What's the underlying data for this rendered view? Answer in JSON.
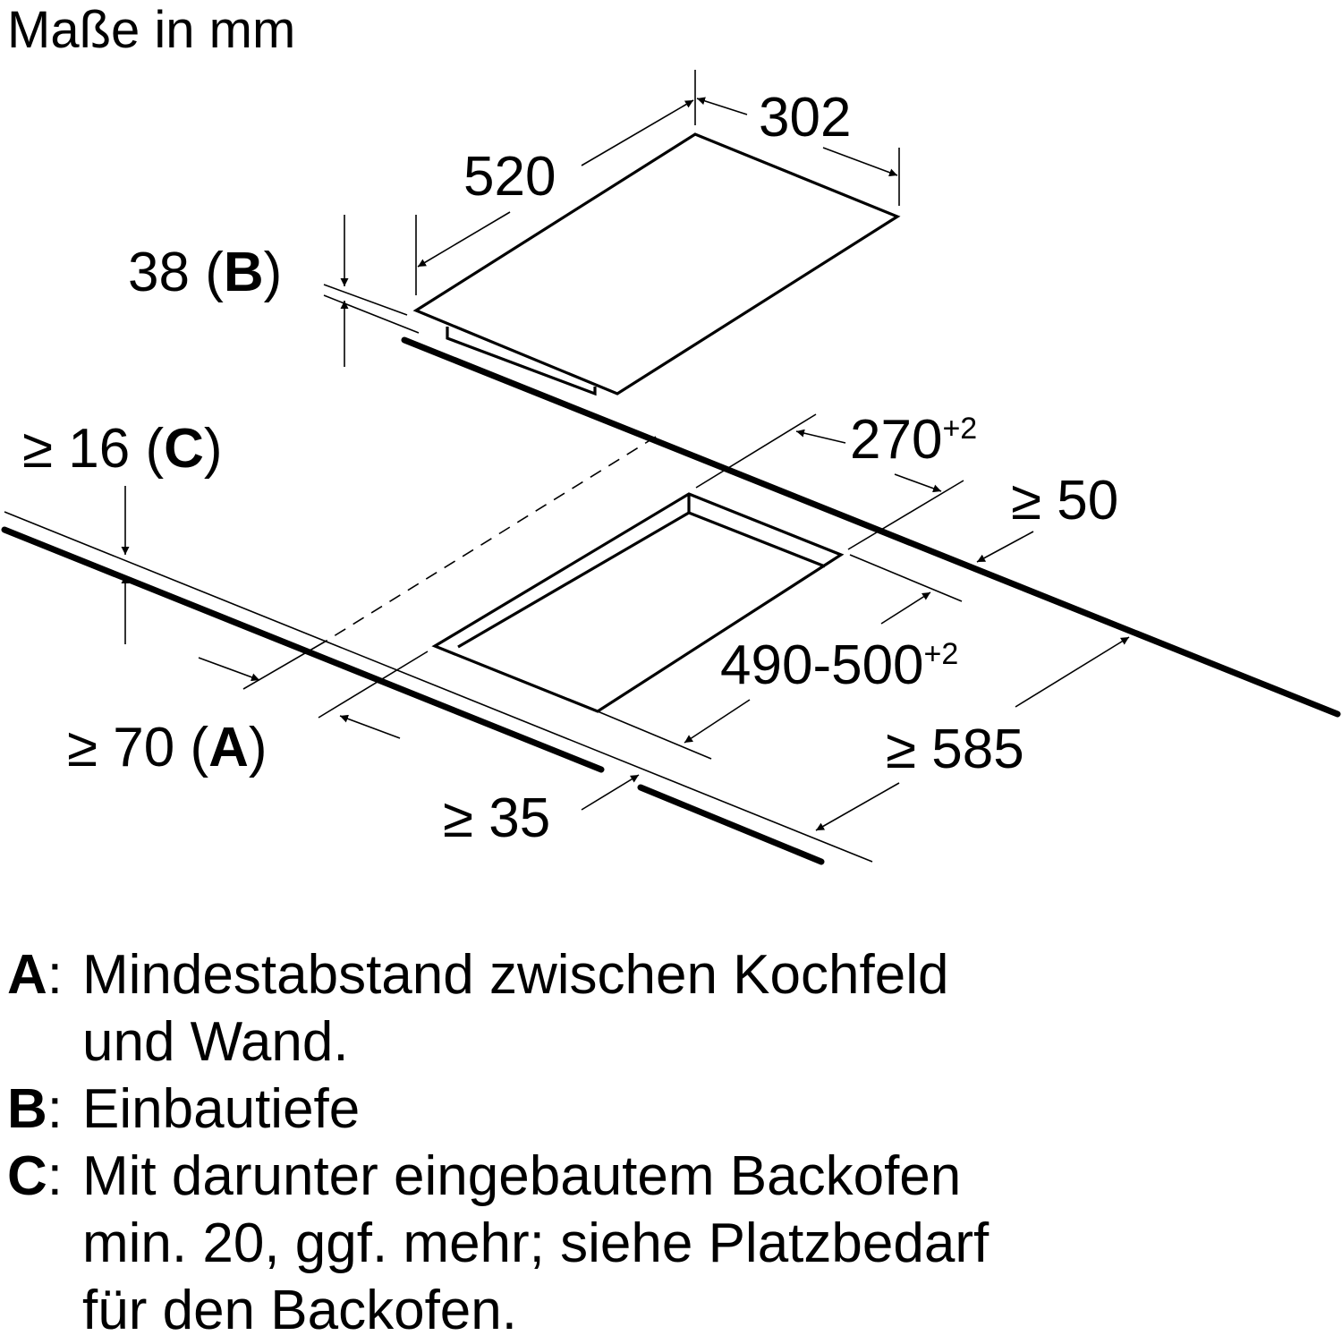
{
  "title": "Maße in mm",
  "dimensions": {
    "d302": "302",
    "d520": "520",
    "d38": "38",
    "d38_ref": "B",
    "d16_prefix": "≥ 16",
    "d16_ref": "C",
    "d270": "270",
    "d270_tol": "+2",
    "d50": "≥ 50",
    "d490": "490-500",
    "d490_tol": "+2",
    "d585": "≥ 585",
    "d70_prefix": "≥ 70",
    "d70_ref": "A",
    "d35": "≥ 35"
  },
  "legend": [
    {
      "key": "A",
      "text": "Mindestabstand zwischen Kochfeld",
      "text2": "und Wand."
    },
    {
      "key": "B",
      "text": "Einbautiefe",
      "text2": ""
    },
    {
      "key": "C",
      "text": "Mit darunter eingebautem Backofen",
      "text2": "min. 20, ggf. mehr; siehe Platzbedarf",
      "text3": "für den Backofen."
    }
  ]
}
